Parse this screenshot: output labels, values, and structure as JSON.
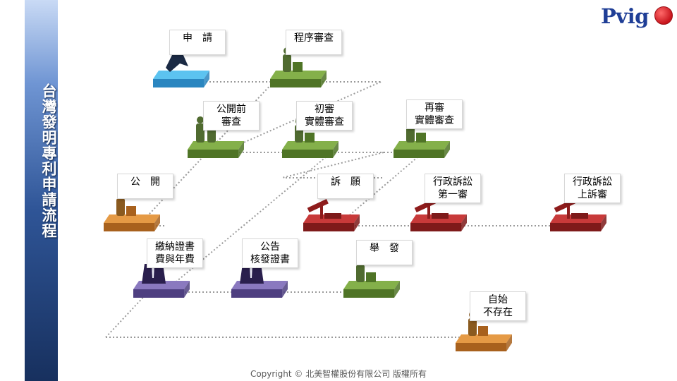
{
  "sidebar": {
    "title": "台灣發明專利申請流程"
  },
  "logo": {
    "text": "Pvig"
  },
  "colors": {
    "blue": "#4aa3d8",
    "green": "#6f9a3c",
    "orange": "#d98b35",
    "red": "#b22a2a",
    "purple": "#6a5a9c"
  },
  "nodes": [
    {
      "id": "apply",
      "lines": [
        "申　請"
      ],
      "color": "blue",
      "icon": "runner-icon"
    },
    {
      "id": "formal",
      "lines": [
        "程序審查"
      ],
      "color": "green",
      "icon": "reviewer-icon"
    },
    {
      "id": "prepub",
      "lines": [
        "公開前",
        "審查"
      ],
      "color": "green",
      "icon": "people-icon"
    },
    {
      "id": "first",
      "lines": [
        "初審",
        "實體審查"
      ],
      "color": "green",
      "icon": "reviewer-icon"
    },
    {
      "id": "re",
      "lines": [
        "再審",
        "實體審查"
      ],
      "color": "green",
      "icon": "reviewer-icon"
    },
    {
      "id": "publish",
      "lines": [
        "公　開"
      ],
      "color": "orange",
      "icon": "reader-icon"
    },
    {
      "id": "appeal",
      "lines": [
        "訴　願"
      ],
      "color": "red",
      "icon": "gavel-icon"
    },
    {
      "id": "admin1",
      "lines": [
        "行政訴訟",
        "第一審"
      ],
      "color": "red",
      "icon": "gavel-icon"
    },
    {
      "id": "admin2",
      "lines": [
        "行政訴訟",
        "上訴審"
      ],
      "color": "red",
      "icon": "gavel-icon"
    },
    {
      "id": "fees",
      "lines": [
        "繳納證書",
        "費與年費"
      ],
      "color": "purple",
      "icon": "suit-icon"
    },
    {
      "id": "grant",
      "lines": [
        "公告",
        "核發證書"
      ],
      "color": "purple",
      "icon": "suit-icon"
    },
    {
      "id": "invalidate",
      "lines": [
        "舉　發"
      ],
      "color": "green",
      "icon": "standing-figure-icon"
    },
    {
      "id": "void",
      "lines": [
        "自始",
        "不存在"
      ],
      "color": "orange",
      "icon": "reader-icon"
    }
  ],
  "footer": {
    "text": "Copyright © 北美智權股份有限公司  版權所有"
  }
}
